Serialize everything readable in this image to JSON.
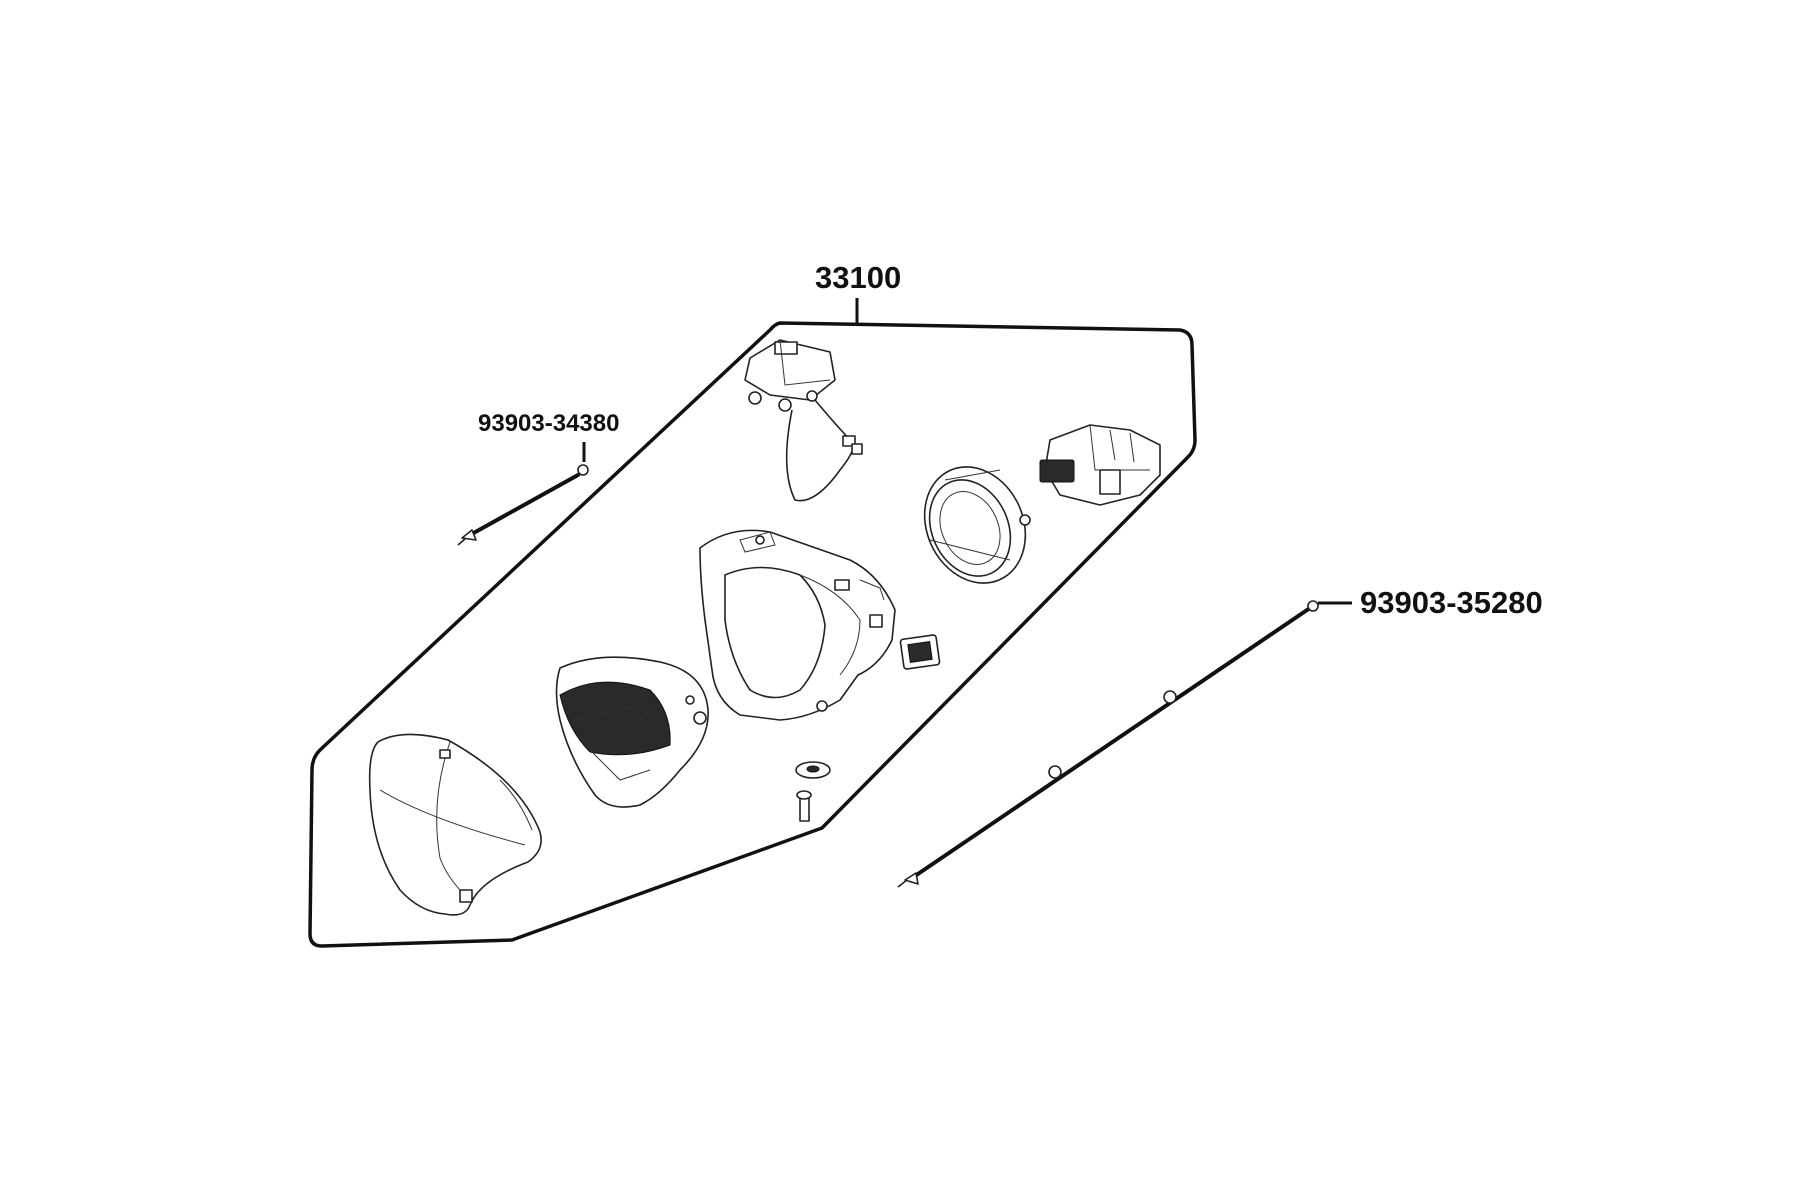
{
  "labels": {
    "assembly": "33100",
    "screw_left": "93903-34380",
    "screw_right": "93903-35280"
  },
  "colors": {
    "ink": "#111111",
    "background": "#ffffff"
  }
}
